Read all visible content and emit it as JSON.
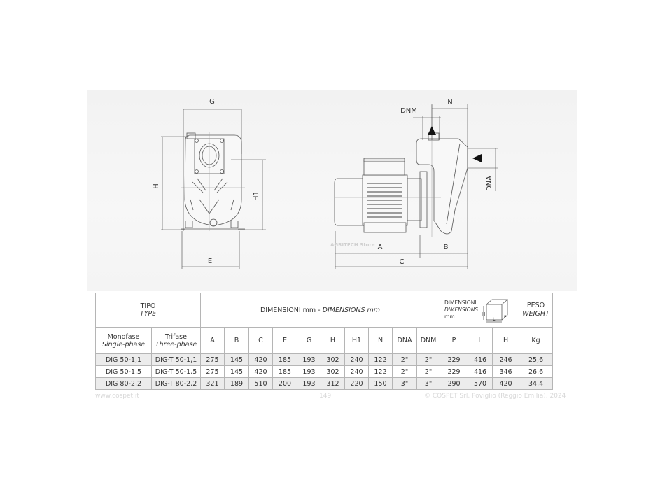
{
  "drawing": {
    "front_labels": {
      "g": "G",
      "h": "H",
      "h1": "H1",
      "e": "E"
    },
    "side_labels": {
      "dnm": "DNM",
      "n": "N",
      "dna": "DNA",
      "a": "A",
      "b": "B",
      "c": "C"
    },
    "watermark": "AGRITECH Store"
  },
  "table": {
    "tipo": "TIPO",
    "type": "TYPE",
    "dim_title_it": "DIMENSIONI mm - ",
    "dim_title_en": "DIMENSIONS mm",
    "pack_it": "DIMENSIONI",
    "pack_en": "DIMENSIONS",
    "pack_unit": "mm",
    "box_labels": {
      "h": "H",
      "l": "L",
      "p": "P"
    },
    "peso": "PESO",
    "weight": "WEIGHT",
    "mono": "Monofase",
    "single": "Single-phase",
    "tri": "Trifase",
    "three": "Three-phase",
    "columns": [
      "A",
      "B",
      "C",
      "E",
      "G",
      "H",
      "H1",
      "N",
      "DNA",
      "DNM",
      "P",
      "L",
      "H",
      "Kg"
    ],
    "rows": [
      [
        "DIG 50-1,1",
        "DIG-T 50-1,1",
        "275",
        "145",
        "420",
        "185",
        "193",
        "302",
        "240",
        "122",
        "2\"",
        "2\"",
        "229",
        "416",
        "246",
        "25,6"
      ],
      [
        "DIG 50-1,5",
        "DIG-T 50-1,5",
        "275",
        "145",
        "420",
        "185",
        "193",
        "302",
        "240",
        "122",
        "2\"",
        "2\"",
        "229",
        "416",
        "346",
        "26,6"
      ],
      [
        "DIG 80-2,2",
        "DIG-T 80-2,2",
        "321",
        "189",
        "510",
        "200",
        "193",
        "312",
        "220",
        "150",
        "3\"",
        "3\"",
        "290",
        "570",
        "420",
        "34,4"
      ]
    ]
  },
  "footer": {
    "website": "www.cospet.it",
    "page": "149",
    "copyright": "© COSPET Srl, Poviglio (Reggio Emilia), 2024"
  }
}
